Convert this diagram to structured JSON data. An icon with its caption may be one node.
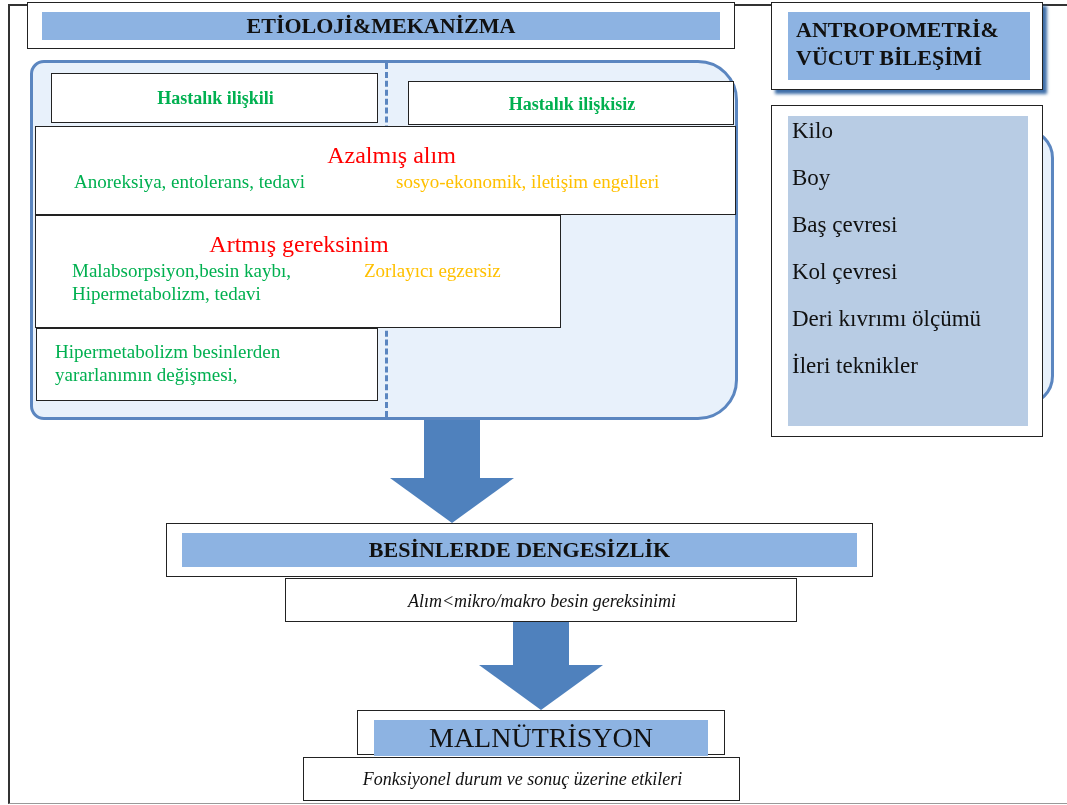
{
  "diagram": {
    "nodes": [
      {
        "text": [
          "ETİOLOJİ&MEKANİZMA"
        ]
      },
      {
        "text": [],
        "shape": "box"
      },
      {
        "text": [
          "Hastalık ilişkili"
        ],
        "in": 1
      },
      {
        "text": [
          "Hastalık ilişkisiz"
        ],
        "in": 1
      },
      {
        "text": [
          "Azalmış alım",
          "Anoreksiya, entolerans, tedavi",
          "sosyo-ekonomik, iletişim engelleri"
        ],
        "in": 1
      },
      {
        "text": [
          "Artmış gereksinim",
          "Malabsorpsiyon,besin kaybı, Hipermetabolizm, tedavi",
          "Zorlayıcı egzersiz"
        ],
        "in": 1
      },
      {
        "text": [
          "Hipermetabolizm besinlerden yararlanımın değişmesi,"
        ],
        "in": 1
      },
      {
        "text": [
          "ANTROPOMETRİ& VÜCUT BİLEŞİMİ"
        ]
      },
      {
        "text": [
          "Kilo",
          "Boy",
          "Baş çevresi",
          "Kol çevresi",
          "Deri kıvrımı ölçümü",
          "İleri teknikler"
        ]
      },
      {
        "text": [
          "BESİNLERDE DENGESİZLİK"
        ]
      },
      {
        "text": [
          "Alım<mikro/makro besin gereksinimi"
        ]
      },
      {
        "text": [
          "MALNÜTRİSYON"
        ]
      },
      {
        "text": [
          "Fonksiyonel durum ve sonuç üzerine etkileri"
        ]
      }
    ],
    "edges": [
      {
        "from": 1,
        "to": 9,
        "arrow": "to"
      },
      {
        "from": 10,
        "to": 11,
        "arrow": "to"
      }
    ]
  }
}
